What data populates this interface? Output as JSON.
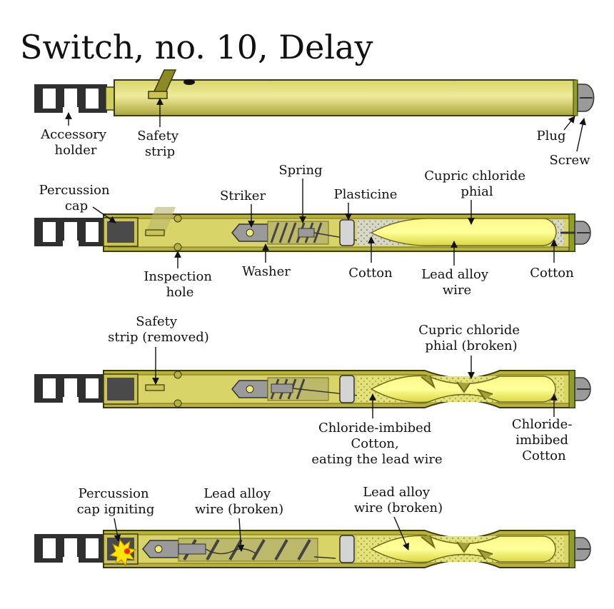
{
  "title": "Switch, no. 10, Delay",
  "colors": {
    "tube": "#c9c455",
    "tube_inner": "#b7b23a",
    "tube_dark": "#6f6c1e",
    "phial": "#f2ef62",
    "holder": "#2f2f2f",
    "cap": "#4a4a4a",
    "plug": "#8fa125",
    "screw": "#9a9a9a",
    "cotton": "#cfcfc0",
    "flash": "#ff2a00"
  },
  "views": {
    "view1": {
      "accessory_holder": [
        "Accessory",
        "holder"
      ],
      "safety_strip": [
        "Safety",
        "strip"
      ],
      "plug": "Plug",
      "screw": "Screw"
    },
    "view2": {
      "percussion_cap": [
        "Percussion",
        "cap"
      ],
      "striker": "Striker",
      "spring": "Spring",
      "plasticine": "Plasticine",
      "cupric_chloride_phial": [
        "Cupric chloride",
        "phial"
      ],
      "inspection_hole": [
        "Inspection",
        "hole"
      ],
      "washer": "Washer",
      "cotton_left": "Cotton",
      "lead_alloy_wire": [
        "Lead alloy",
        "wire"
      ],
      "cotton_right": "Cotton"
    },
    "view3": {
      "safety_strip_removed": [
        "Safety",
        "strip (removed)"
      ],
      "phial_broken": [
        "Cupric chloride",
        "phial (broken)"
      ],
      "chloride_cotton_left": [
        "Chloride-imbibed",
        "Cotton,",
        "eating the lead wire"
      ],
      "chloride_cotton_right": [
        "Chloride-",
        "imbibed",
        "Cotton"
      ]
    },
    "view4": {
      "percussion_cap_igniting": [
        "Percussion",
        "cap igniting"
      ],
      "wire_broken_left": [
        "Lead alloy",
        "wire (broken)"
      ],
      "wire_broken_right": [
        "Lead alloy",
        "wire (broken)"
      ]
    }
  }
}
